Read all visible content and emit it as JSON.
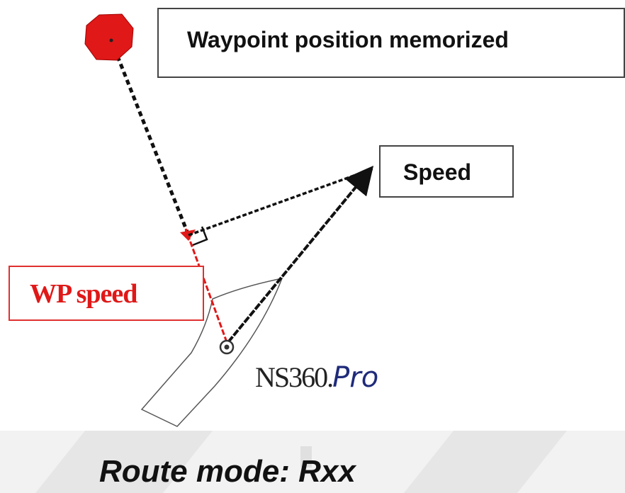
{
  "labels": {
    "waypoint_memorized": "Waypoint position memorized",
    "speed": "Speed",
    "wp_speed": "WP speed"
  },
  "brand": {
    "main": "NS360.",
    "suffix": "Pro"
  },
  "footer": {
    "title": "Route mode: Rxx"
  },
  "colors": {
    "waypoint_marker": "#e01818",
    "wp_speed": "#e01818",
    "line": "#111111",
    "brand_suffix": "#1f2b7a",
    "band": "#efefef"
  }
}
